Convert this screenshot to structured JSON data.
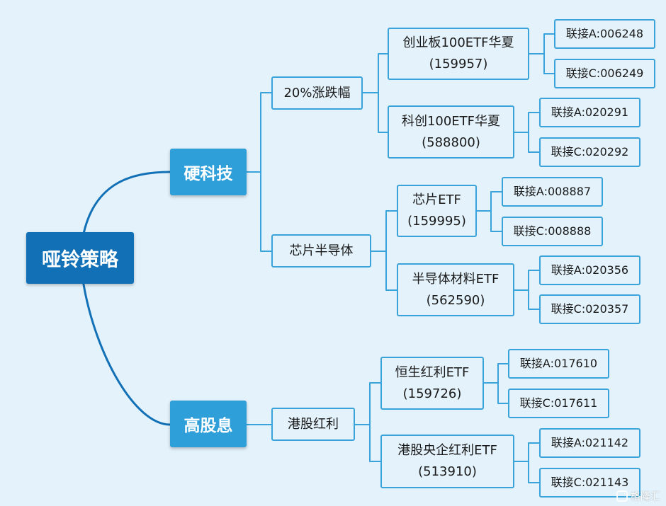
{
  "root": "哑铃策略",
  "categories": {
    "tech": "硬科技",
    "dividend": "高股息"
  },
  "groups": {
    "limit20": "20%涨跌幅",
    "chips": "芯片半导体",
    "hk": "港股红利"
  },
  "etfs": {
    "cyb100": {
      "name": "创业板100ETF华夏",
      "code": "(159957)",
      "linkA": "联接A:006248",
      "linkC": "联接C:006249"
    },
    "kc100": {
      "name": "科创100ETF华夏",
      "code": "(588800)",
      "linkA": "联接A:020291",
      "linkC": "联接C:020292"
    },
    "chip": {
      "name": "芯片ETF",
      "code": "(159995)",
      "linkA": "联接A:008887",
      "linkC": "联接C:008888"
    },
    "semimat": {
      "name": "半导体材料ETF",
      "code": "(562590)",
      "linkA": "联接A:020356",
      "linkC": "联接C:020357"
    },
    "hshl": {
      "name": "恒生红利ETF",
      "code": "(159726)",
      "linkA": "联接A:017610",
      "linkC": "联接C:017611"
    },
    "gghl": {
      "name": "港股央企红利ETF",
      "code": "(513910)",
      "linkA": "联接A:021142",
      "linkC": "联接C:021143"
    }
  },
  "watermark": "格隆汇",
  "colors": {
    "root": "#1270b6",
    "category": "#2f9fd9",
    "border": "#3aa3d9",
    "background": "#e3f2fb"
  }
}
